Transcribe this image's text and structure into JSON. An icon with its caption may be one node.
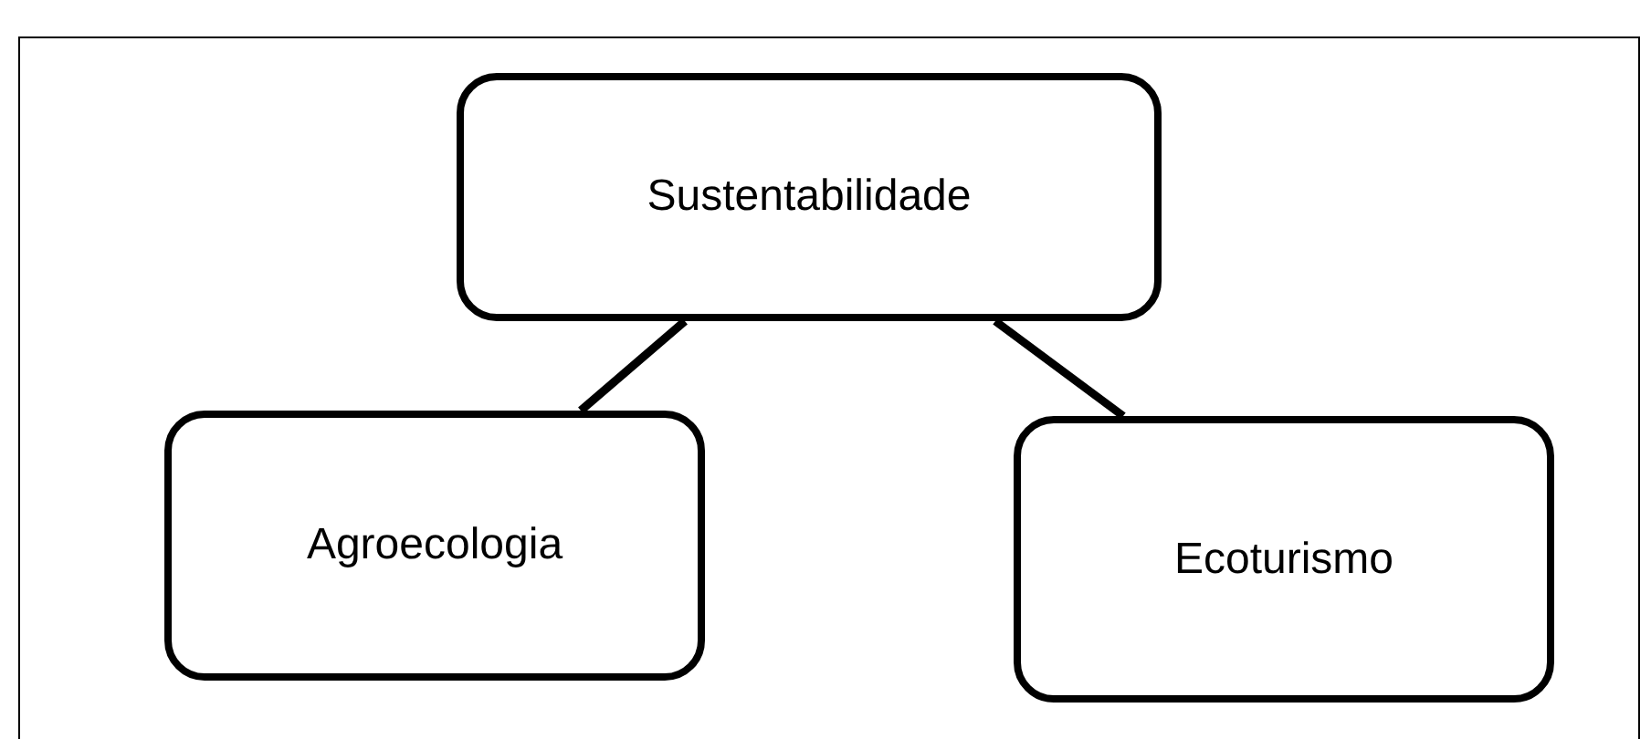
{
  "diagram": {
    "nodes": [
      {
        "text": [
          "Sustentabilidade"
        ]
      },
      {
        "text": [
          "Agroecologia"
        ]
      },
      {
        "text": [
          "Ecoturismo"
        ]
      }
    ],
    "edges": [
      {
        "from": 0,
        "to": 1,
        "arrow": "none"
      },
      {
        "from": 0,
        "to": 2,
        "arrow": "none"
      }
    ]
  }
}
